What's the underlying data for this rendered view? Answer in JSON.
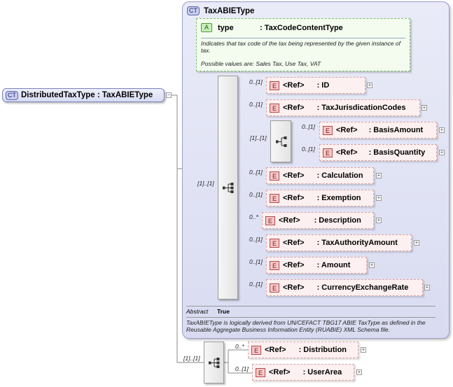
{
  "root": {
    "badge": "CT",
    "label": "DistributedTaxType : TaxABIEType"
  },
  "panel": {
    "badge": "CT",
    "title": "TaxABIEType"
  },
  "attribute": {
    "badge": "A",
    "name": "type",
    "type": ": TaxCodeContentType",
    "doc": "Indicates that tax code of the tax being represented by the given instance of tax.",
    "doc2": "Possible values are: Sales Tax, Use Tax, VAT"
  },
  "sequence_cardinality": "[1]..[1]",
  "choice_cardinality": "[1]..[1]",
  "elements": [
    {
      "card": "0..[1]",
      "badge": "E",
      "ref": "<Ref>",
      "name": ": ID"
    },
    {
      "card": "0..[1]",
      "badge": "E",
      "ref": "<Ref>",
      "name": ": TaxJurisdicationCodes"
    },
    {
      "card": "0..[1]",
      "badge": "E",
      "ref": "<Ref>",
      "name": ": BasisAmount"
    },
    {
      "card": "0..[1]",
      "badge": "E",
      "ref": "<Ref>",
      "name": ": BasisQuantity"
    },
    {
      "card": "0..[1]",
      "badge": "E",
      "ref": "<Ref>",
      "name": ": Calculation"
    },
    {
      "card": "0..[1]",
      "badge": "E",
      "ref": "<Ref>",
      "name": ": Exemption"
    },
    {
      "card": "0..*",
      "badge": "E",
      "ref": "<Ref>",
      "name": ": Description"
    },
    {
      "card": "0..[1]",
      "badge": "E",
      "ref": "<Ref>",
      "name": ": TaxAuthorityAmount"
    },
    {
      "card": "0..[1]",
      "badge": "E",
      "ref": "<Ref>",
      "name": ": Amount"
    },
    {
      "card": "0..[1]",
      "badge": "E",
      "ref": "<Ref>",
      "name": ": CurrencyExchangeRate"
    }
  ],
  "footer": {
    "abstract_label": "Abstract",
    "abstract_value": "True",
    "doc": "TaxABIEType is logically derived from UN/CEFACT TBG17 ABIE TaxType as defined in the Reusable Aggregate Business Information Entity (RUABIE) XML Schema file."
  },
  "outer_sequence_cardinality": "[1]..[1]",
  "outer_elements": [
    {
      "card": "0..*",
      "badge": "E",
      "ref": "<Ref>",
      "name": ": Distribution"
    },
    {
      "card": "0..[1]",
      "badge": "E",
      "ref": "<Ref>",
      "name": ": UserArea"
    }
  ],
  "colors": {
    "panel_bg": "#dfe2f4",
    "element_bg": "#fdf0f0",
    "attribute_bg": "#f3fcef"
  }
}
